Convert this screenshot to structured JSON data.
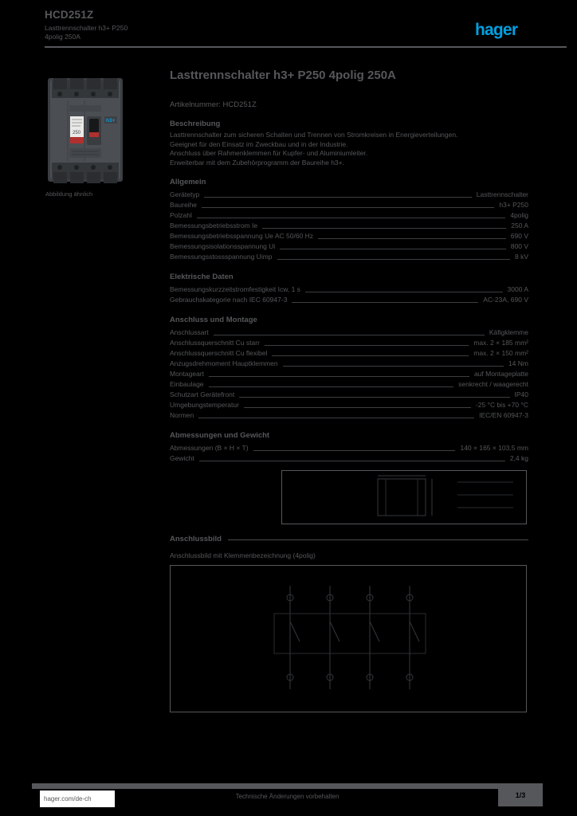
{
  "colors": {
    "ink": "#55575A",
    "accent": "#00A0E1",
    "page_background": "#000000",
    "footer_box": "#FFFFFF"
  },
  "brand": {
    "logo_text": "hager"
  },
  "header": {
    "ref": "HCD251Z",
    "line2": "Lasttrennschalter h3+ P250",
    "line3": "4polig 250A"
  },
  "photo": {
    "caption": "Abbildung ähnlich",
    "h3_badge": "h3+",
    "rating": "250"
  },
  "main": {
    "title": "Lasttrennschalter h3+ P250 4polig 250A",
    "subtitle": "Artikelnummer: HCD251Z",
    "description_heading": "Beschreibung",
    "description_lines": [
      "Lasttrennschalter zum sicheren Schalten und Trennen von Stromkreisen in Energieverteilungen.",
      "Geeignet für den Einsatz im Zweckbau und in der Industrie.",
      "Anschluss über Rahmenklemmen für Kupfer- und Aluminiumleiter.",
      "Erweiterbar mit dem Zubehörprogramm der Baureihe h3+."
    ],
    "sections": [
      {
        "heading": "Allgemein",
        "rows": [
          [
            "Gerätetyp",
            "Lasttrennschalter"
          ],
          [
            "Baureihe",
            "h3+ P250"
          ],
          [
            "Polzahl",
            "4polig"
          ],
          [
            "Bemessungsbetriebsstrom Ie",
            "250 A"
          ],
          [
            "Bemessungsbetriebsspannung Ue AC 50/60 Hz",
            "690 V"
          ],
          [
            "Bemessungsisolationsspannung Ui",
            "800 V"
          ],
          [
            "Bemessungsstossspannung Uimp",
            "8 kV"
          ]
        ]
      },
      {
        "heading": "Elektrische Daten",
        "rows": [
          [
            "Bemessungskurzzeitstromfestigkeit Icw, 1 s",
            "3000 A"
          ],
          [
            "Gebrauchskategorie nach IEC 60947-3",
            "AC-23A, 690 V"
          ]
        ]
      },
      {
        "heading": "Anschluss und Montage",
        "rows": [
          [
            "Anschlussart",
            "Käfigklemme"
          ],
          [
            "Anschlussquerschnitt Cu starr",
            "max. 2 × 185 mm²"
          ],
          [
            "Anschlussquerschnitt Cu flexibel",
            "max. 2 × 150 mm²"
          ],
          [
            "Anzugsdrehmoment Hauptklemmen",
            "14 Nm"
          ],
          [
            "Montageart",
            "auf Montageplatte"
          ],
          [
            "Einbaulage",
            "senkrecht / waagerecht"
          ],
          [
            "Schutzart Gerätefront",
            "IP40"
          ],
          [
            "Umgebungstemperatur",
            "-25 °C bis +70 °C"
          ],
          [
            "Normen",
            "IEC/EN 60947-3"
          ]
        ]
      },
      {
        "heading": "Abmessungen und Gewicht",
        "rows": [
          [
            "Abmessungen (B × H × T)",
            "140 × 165 × 103,5 mm"
          ],
          [
            "Gewicht",
            "2,4 kg"
          ]
        ],
        "box": "dim"
      },
      {
        "heading": "Anschlussbild",
        "rule": true,
        "rows": [],
        "caption": "Anschlussbild mit Klemmenbezeichnung (4polig)",
        "box": "conn"
      }
    ]
  },
  "footer": {
    "site": "hager.com/de-ch",
    "center_note": "Technische Änderungen vorbehalten",
    "page": "1/3"
  }
}
